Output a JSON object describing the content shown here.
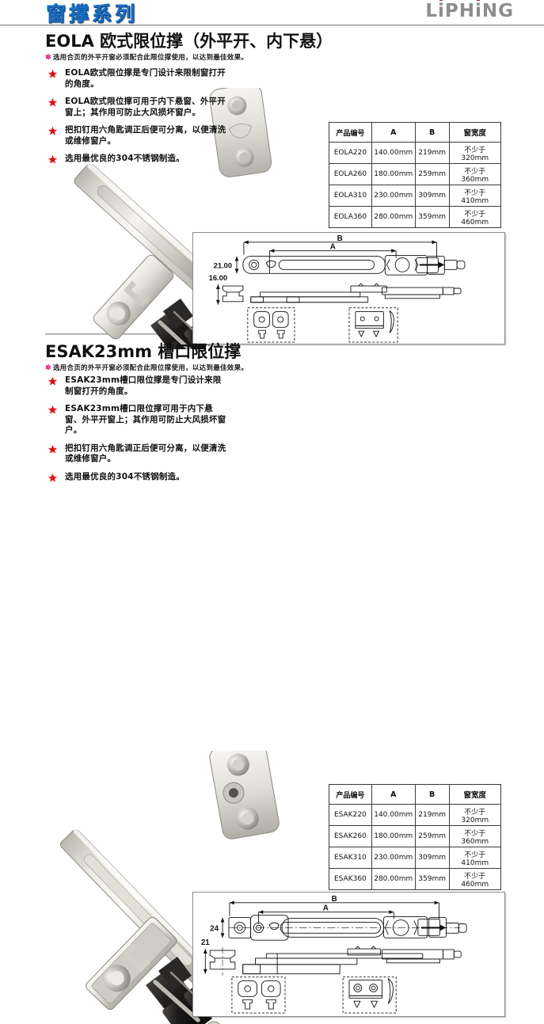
{
  "header": {
    "title": "窗撑系列",
    "logo_text": "LiPHiNG",
    "logo_parts": [
      "L",
      "i",
      "PH",
      "i",
      "NG"
    ],
    "logo_color": "#8d8d8d",
    "logo_dot_color": "#d0202a",
    "title_color": "#1b6fc4"
  },
  "sections": [
    {
      "id": "eola",
      "title": "EOLA 欧式限位撑（外平开、内下悬）",
      "note_mark": "✽",
      "note": "选用合页的外平开窗必须配合此限位撑使用，以达到最佳效果。",
      "bullets": [
        "EOLA欧式限位撑是专门设计来限制窗打开的角度。",
        "EOLA欧式限位撑可用于内下悬窗、外平开窗上；其作用可防止大风损坏窗户。",
        "把扣钉用六角匙调正后便可分离，以便清洗或维修窗户。",
        "选用最优良的304不锈钢制造。"
      ],
      "table": {
        "headers": [
          "产品编号",
          "A",
          "B",
          "窗宽度"
        ],
        "rows": [
          [
            "EOLA220",
            "140.00mm",
            "219mm",
            "不少于 320mm"
          ],
          [
            "EOLA260",
            "180.00mm",
            "259mm",
            "不少于 360mm"
          ],
          [
            "EOLA310",
            "230.00mm",
            "309mm",
            "不少于 410mm"
          ],
          [
            "EOLA360",
            "280.00mm",
            "359mm",
            "不少于 460mm"
          ]
        ]
      },
      "drawing": {
        "dim_a_label": "A",
        "dim_b_label": "B",
        "dim_height": "21.00",
        "dim_width": "16.00"
      }
    },
    {
      "id": "esak",
      "title": "ESAK23mm 槽口限位撑",
      "note_mark": "✽",
      "note": "选用合页的外平开窗必须配合此限位撑使用，以达到最佳效果。",
      "bullets": [
        "ESAK23mm槽口限位撑是专门设计来限制窗打开的角度。",
        "ESAK23mm槽口限位撑可用于内下悬窗、外平开窗上；其作用可防止大风损坏窗户。",
        "把扣钉用六角匙调正后便可分离，以便清洗或维修窗户。",
        "选用最优良的304不锈钢制造。"
      ],
      "table": {
        "headers": [
          "产品编号",
          "A",
          "B",
          "窗宽度"
        ],
        "rows": [
          [
            "ESAK220",
            "140.00mm",
            "219mm",
            "不少于 320mm"
          ],
          [
            "ESAK260",
            "180.00mm",
            "259mm",
            "不少于 360mm"
          ],
          [
            "ESAK310",
            "230.00mm",
            "309mm",
            "不少于 410mm"
          ],
          [
            "ESAK360",
            "280.00mm",
            "359mm",
            "不少于 460mm"
          ]
        ]
      },
      "drawing": {
        "dim_a_label": "A",
        "dim_b_label": "B",
        "dim_height": "24",
        "dim_width": "21"
      }
    }
  ]
}
